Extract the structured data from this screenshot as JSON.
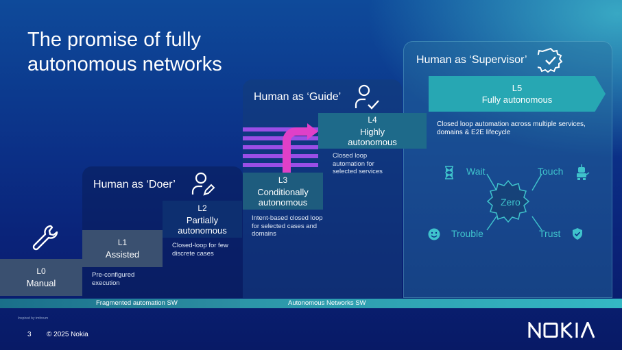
{
  "title": "The promise of fully autonomous networks",
  "panels": {
    "doer": "Human as ‘Doer’",
    "guide": "Human as ‘Guide’",
    "supervisor": "Human as ‘Supervisor’"
  },
  "levels": [
    {
      "level": "L0",
      "name": "Manual",
      "desc": ""
    },
    {
      "level": "L1",
      "name": "Assisted",
      "desc": "Pre-configured execution"
    },
    {
      "level": "L2",
      "name": "Partially autonomous",
      "desc": "Closed-loop for few discrete cases"
    },
    {
      "level": "L3",
      "name": "Conditionally autonomous",
      "desc": "Intent-based closed loop for selected cases and domains"
    },
    {
      "level": "L4",
      "name": "Highly autonomous",
      "desc": "Closed loop automation for selected services"
    },
    {
      "level": "L5",
      "name": "Fully autonomous",
      "desc": "Closed loop automation across multiple services, domains & E2E lifecycle"
    }
  ],
  "zero": {
    "center": "Zero",
    "items": [
      "Wait",
      "Touch",
      "Trouble",
      "Trust"
    ]
  },
  "bar": {
    "left": "Fragmented automation SW",
    "right": "Autonomous Networks SW"
  },
  "footer": {
    "tiny": "Inspired by tmforum",
    "page": "3",
    "copyright": "© 2025 Nokia",
    "logo": "NOKIA"
  },
  "colors": {
    "accent_teal": "#27a7b3",
    "zero_teal": "#3fc3cc",
    "stripe_purple": "#9a4ee6",
    "arrow_magenta": "#e040c8"
  },
  "icons": [
    "wrench-icon",
    "person-edit-icon",
    "person-check-icon",
    "badge-check-icon",
    "hourglass-icon",
    "robot-icon",
    "smiley-icon",
    "shield-check-icon"
  ]
}
